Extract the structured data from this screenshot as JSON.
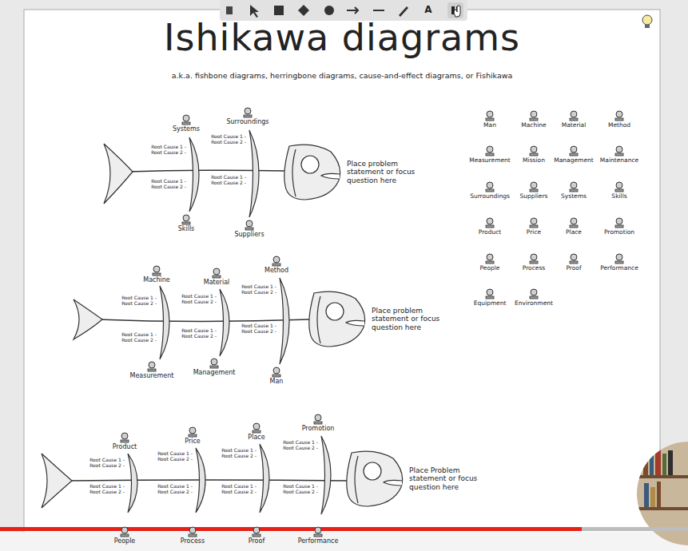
{
  "diagram": {
    "title": "Ishikawa diagrams",
    "nodes": [
      {
        "text": [
          "Place problem statement or focus question here"
        ]
      },
      {
        "text": [
          "Place problem statement or focus question here"
        ]
      },
      {
        "text": [
          "Place Problem statement or focus question here"
        ]
      }
    ],
    "labels": [
      "a.k.a. fishbone diagrams, herringbone diagrams, cause-and-effect diagrams, or Fishikawa",
      "A",
      "Systems",
      "Surroundings",
      "Root Cause 1 -",
      "Root Cause 2 -",
      "Root Cause 1 -",
      "Root Cause 2 -",
      "Root Cause 1 -",
      "Root Cause 2 -",
      "Root Cause 1 -",
      "Root Cause 2 -",
      "Skills",
      "Suppliers",
      "Machine",
      "Material",
      "Method",
      "Root Cause 1 -",
      "Root Cause 2 -",
      "Root Cause 1 -",
      "Root Cause 2 -",
      "Root Cause 1 -",
      "Root Cause 2 -",
      "Root Cause 1 -",
      "Root Cause 2 -",
      "Root Cause 1 -",
      "Root Cause 2 -",
      "Root Cause 1 -",
      "Root Cause 2 -",
      "Measurement",
      "Management",
      "Man",
      "Product",
      "Price",
      "Place",
      "Promotion",
      "Root Cause 1 -",
      "Root Cause 2 -",
      "Root Cause 1 -",
      "Root Cause 2 -",
      "Root Cause 1 -",
      "Root Cause 2 -",
      "Root Cause 1 -",
      "Root Cause 2 -",
      "Root Cause 1 -",
      "Root Cause 2 -",
      "Root Cause 1 -",
      "Root Cause 2 -",
      "Root Cause 1 -",
      "Root Cause 2 -",
      "Root Cause 1 -",
      "Root Cause 2 -",
      "People",
      "Process",
      "Proof",
      "Performance",
      "Man",
      "Machine",
      "Material",
      "Method",
      "Measurement",
      "Mission",
      "Management",
      "Maintenance",
      "Surroundings",
      "Suppliers",
      "Systems",
      "Skills",
      "Product",
      "Price",
      "Place",
      "Promotion",
      "People",
      "Process",
      "Proof",
      "Performance",
      "Equipment",
      "Environment"
    ]
  }
}
